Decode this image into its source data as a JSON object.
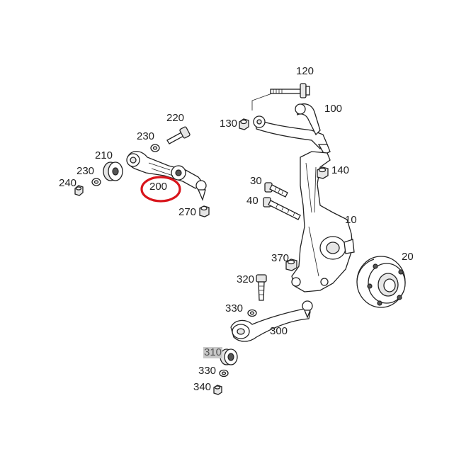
{
  "diagram": {
    "callouts": [
      {
        "id": "c120",
        "label": "120"
      },
      {
        "id": "c100",
        "label": "100"
      },
      {
        "id": "c130",
        "label": "130"
      },
      {
        "id": "c220",
        "label": "220"
      },
      {
        "id": "c230a",
        "label": "230"
      },
      {
        "id": "c210",
        "label": "210"
      },
      {
        "id": "c230b",
        "label": "230"
      },
      {
        "id": "c240",
        "label": "240"
      },
      {
        "id": "c200",
        "label": "200"
      },
      {
        "id": "c270",
        "label": "270"
      },
      {
        "id": "c140",
        "label": "140"
      },
      {
        "id": "c30",
        "label": "30"
      },
      {
        "id": "c40",
        "label": "40"
      },
      {
        "id": "c10",
        "label": "10"
      },
      {
        "id": "c20",
        "label": "20"
      },
      {
        "id": "c370",
        "label": "370"
      },
      {
        "id": "c320",
        "label": "320"
      },
      {
        "id": "c330a",
        "label": "330"
      },
      {
        "id": "c300",
        "label": "300"
      },
      {
        "id": "c310",
        "label": "310"
      },
      {
        "id": "c330b",
        "label": "330"
      },
      {
        "id": "c340",
        "label": "340"
      }
    ],
    "highlight_color": "#d8141b",
    "selected_label_bg": "#c8c8c8"
  }
}
